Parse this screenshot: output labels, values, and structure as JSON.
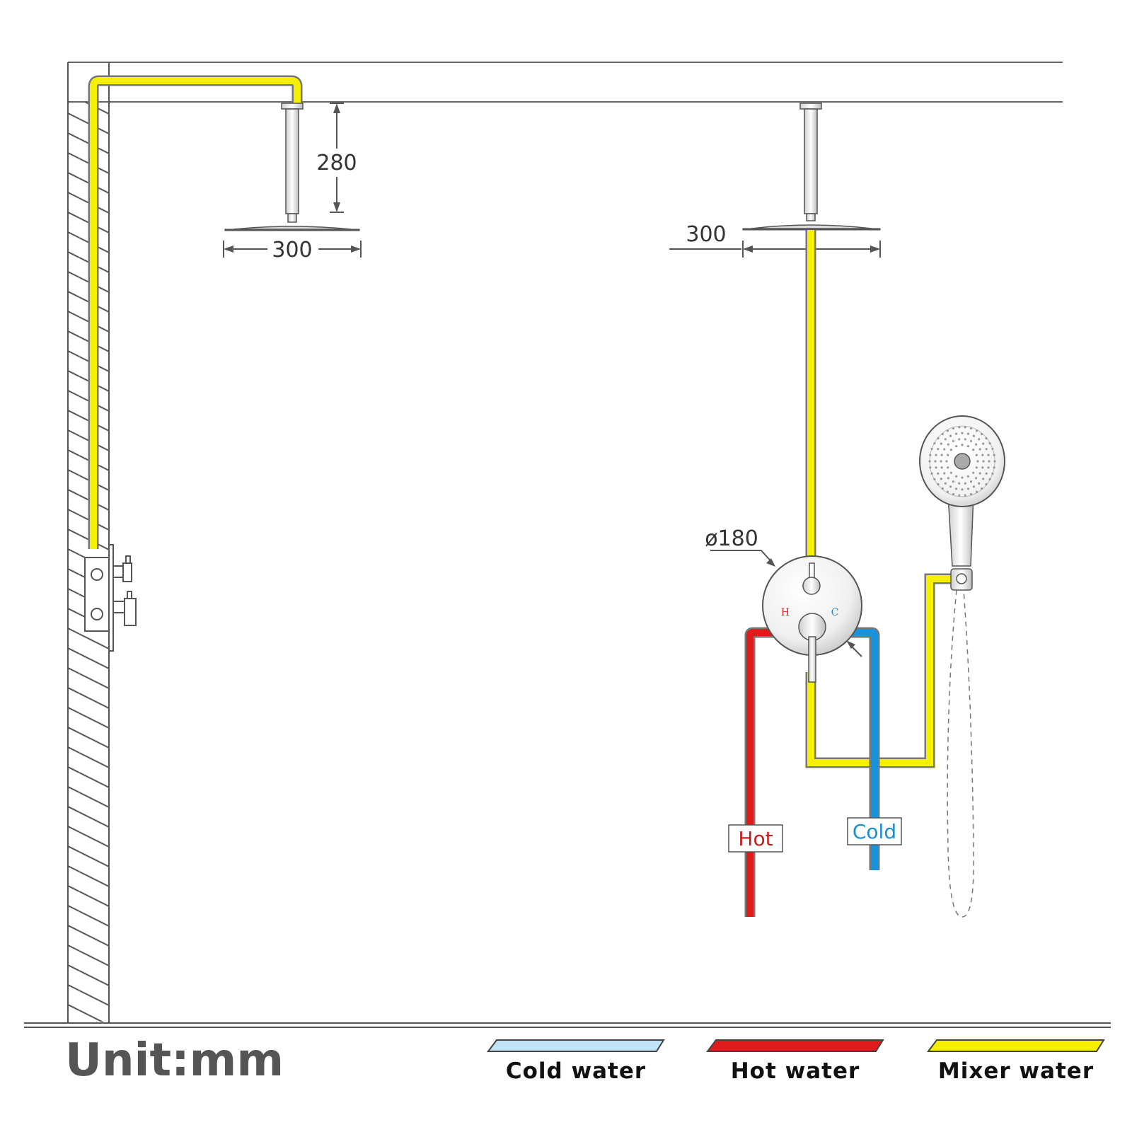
{
  "colors": {
    "mixer": "#f5f000",
    "hot": "#e01b1b",
    "cold": "#1a93dd",
    "cold_legend": "#bfe3f7",
    "line": "#555555"
  },
  "dimensions": {
    "arm_height": "280",
    "left_head_width": "300",
    "right_head_width": "300",
    "valve_diameter": "ø180"
  },
  "valve": {
    "hot_mark": "H",
    "cold_mark": "C"
  },
  "pipe_labels": {
    "hot": "Hot",
    "cold": "Cold"
  },
  "unit": "Unit:mm",
  "legend": [
    {
      "label": "Cold water",
      "color": "#bfe3f7"
    },
    {
      "label": "Hot water",
      "color": "#e01b1b"
    },
    {
      "label": "Mixer water",
      "color": "#f5f000"
    }
  ]
}
